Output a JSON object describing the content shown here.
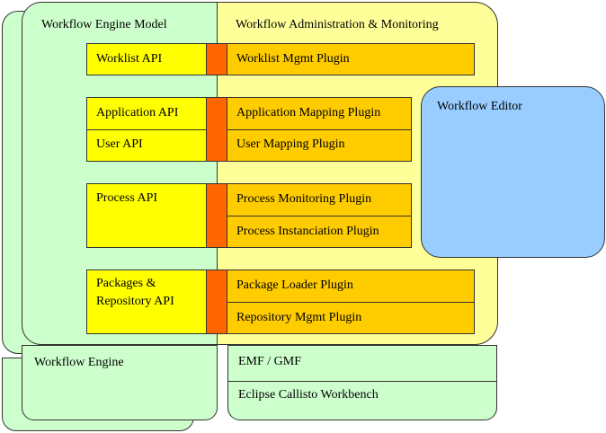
{
  "workflow_engine_model": {
    "title": "Workflow Engine Model"
  },
  "workflow_admin": {
    "title": "Workflow Administration & Monitoring"
  },
  "workflow_editor": {
    "title": "Workflow Editor"
  },
  "workflow_engine": {
    "title": "Workflow Engine"
  },
  "workbench": {
    "emf_gmf": "EMF / GMF",
    "eclipse": "Eclipse Callisto Workbench"
  },
  "apis": {
    "worklist": "Worklist API",
    "application": "Application API",
    "user": "User API",
    "process": "Process API",
    "packages": "Packages &\nRepository API"
  },
  "plugins": {
    "worklist_mgmt": "Worklist Mgmt Plugin",
    "application_mapping": "Application Mapping Plugin",
    "user_mapping": "User Mapping Plugin",
    "process_monitoring": "Process Monitoring Plugin",
    "process_instanciation": "Process Instanciation Plugin",
    "package_loader": "Package Loader Plugin",
    "repository_mgmt": "Repository Mgmt Plugin"
  },
  "colors": {
    "green": "#ccffcc",
    "light_yellow": "#ffff99",
    "yellow": "#ffff00",
    "orange": "#ffcc00",
    "connector": "#ff6600",
    "blue": "#99ccff"
  }
}
